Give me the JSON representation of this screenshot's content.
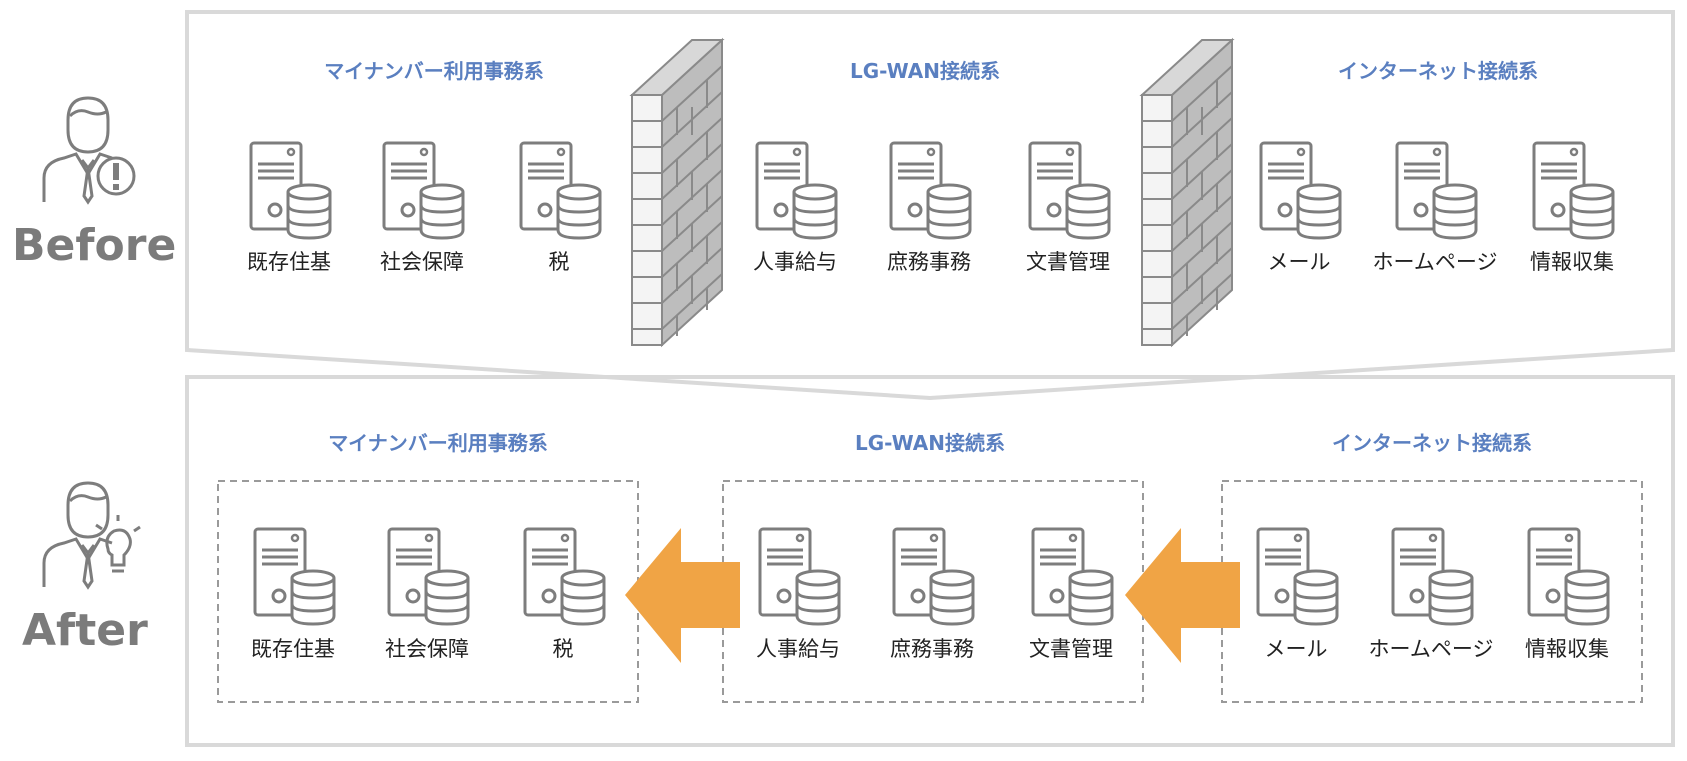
{
  "before_label": "Before",
  "after_label": "After",
  "before": {
    "systems": [
      {
        "title": "マイナンバー利用事務系",
        "servers": [
          "既存住基",
          "社会保障",
          "税"
        ]
      },
      {
        "title": "LG-WAN接続系",
        "servers": [
          "人事給与",
          "庶務事務",
          "文書管理"
        ]
      },
      {
        "title": "インターネット接続系",
        "servers": [
          "メール",
          "ホームページ",
          "情報収集"
        ]
      }
    ]
  },
  "after": {
    "systems": [
      {
        "title": "マイナンバー利用事務系",
        "servers": [
          "既存住基",
          "社会保障",
          "税"
        ]
      },
      {
        "title": "LG-WAN接続系",
        "servers": [
          "人事給与",
          "庶務事務",
          "文書管理"
        ]
      },
      {
        "title": "インターネット接続系",
        "servers": [
          "メール",
          "ホームページ",
          "情報収集"
        ]
      }
    ]
  },
  "colors": {
    "title_blue": "#5a7fc0",
    "arrow_orange": "#f0a445",
    "frame_gray": "#d6d6d6",
    "icon_gray": "#7d7d7d"
  },
  "icons": [
    "server-database-icon",
    "firewall-brick-wall-icon",
    "person-alert-icon",
    "person-idea-icon"
  ]
}
